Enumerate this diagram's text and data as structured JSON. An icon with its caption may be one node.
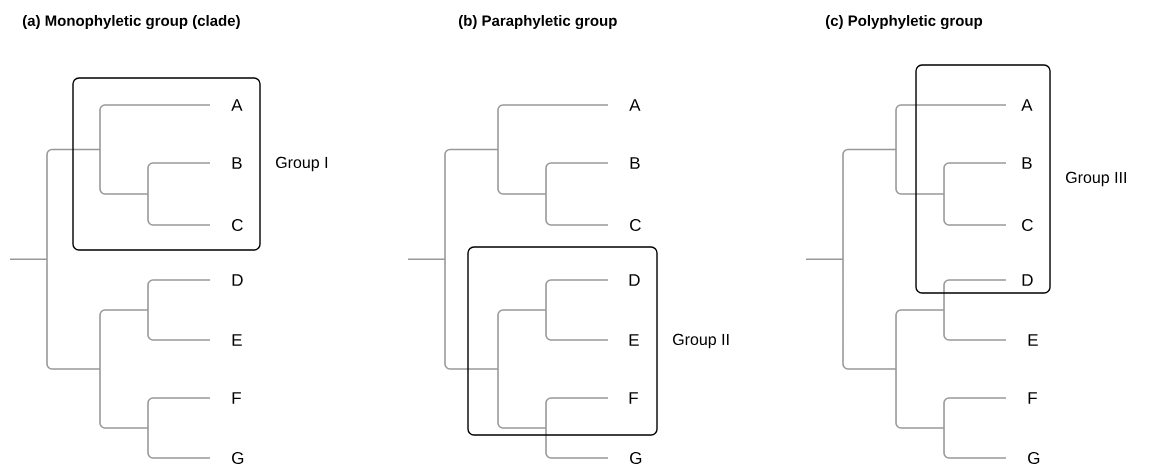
{
  "diagram": {
    "nodes": [
      {
        "text": [
          "Group I"
        ]
      },
      {
        "text": [
          "A"
        ],
        "in": 0
      },
      {
        "text": [
          "B"
        ],
        "in": 0
      },
      {
        "text": [
          "C"
        ],
        "in": 0
      },
      {
        "text": [
          "D"
        ]
      },
      {
        "text": [
          "E"
        ]
      },
      {
        "text": [
          "F"
        ]
      },
      {
        "text": [
          "G"
        ]
      },
      {
        "text": [
          "A"
        ]
      },
      {
        "text": [
          "B"
        ]
      },
      {
        "text": [
          "C"
        ]
      },
      {
        "text": [
          "Group II"
        ]
      },
      {
        "text": [
          "D"
        ],
        "in": 11
      },
      {
        "text": [
          "E"
        ],
        "in": 11
      },
      {
        "text": [
          "F"
        ],
        "in": 11
      },
      {
        "text": [
          "G"
        ]
      },
      {
        "text": [
          "Group III"
        ]
      },
      {
        "text": [
          "A"
        ],
        "in": 16
      },
      {
        "text": [
          "B"
        ],
        "in": 16
      },
      {
        "text": [
          "C"
        ],
        "in": 16
      },
      {
        "text": [
          "D"
        ],
        "in": 16
      },
      {
        "text": [
          "E"
        ]
      },
      {
        "text": [
          "F"
        ]
      },
      {
        "text": [
          "G"
        ]
      }
    ],
    "labels": [
      "(a) Monophyletic group (clade)",
      "(b) Paraphyletic group",
      "(c) Polyphyletic group"
    ]
  }
}
